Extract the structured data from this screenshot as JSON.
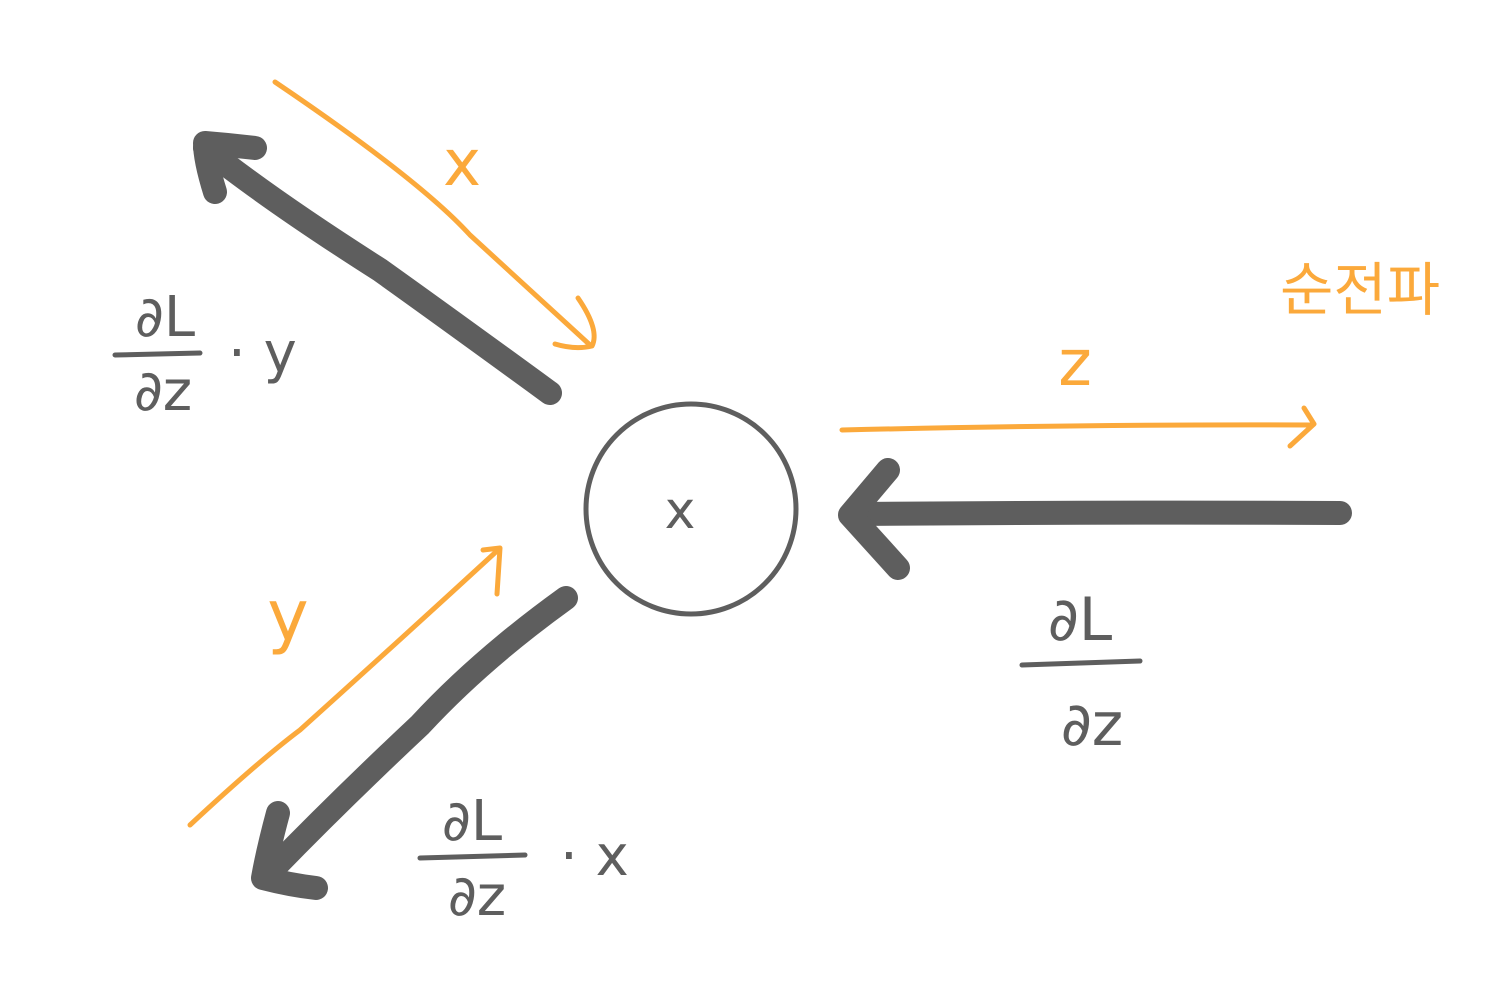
{
  "colors": {
    "forward": "#FBA93B",
    "backward": "#5E5E5E",
    "background": "#FFFFFF"
  },
  "node": {
    "operator": "x"
  },
  "forward": {
    "title": "순전파",
    "input_x_label": "x",
    "input_y_label": "y",
    "output_z_label": "z"
  },
  "backward": {
    "upstream_numerator": "∂L",
    "upstream_denominator": "∂z",
    "grad_x_numerator": "∂L",
    "grad_x_denominator": "∂z",
    "grad_x_factor": "· y",
    "grad_y_numerator": "∂L",
    "grad_y_denominator": "∂z",
    "grad_y_factor": "· x"
  }
}
